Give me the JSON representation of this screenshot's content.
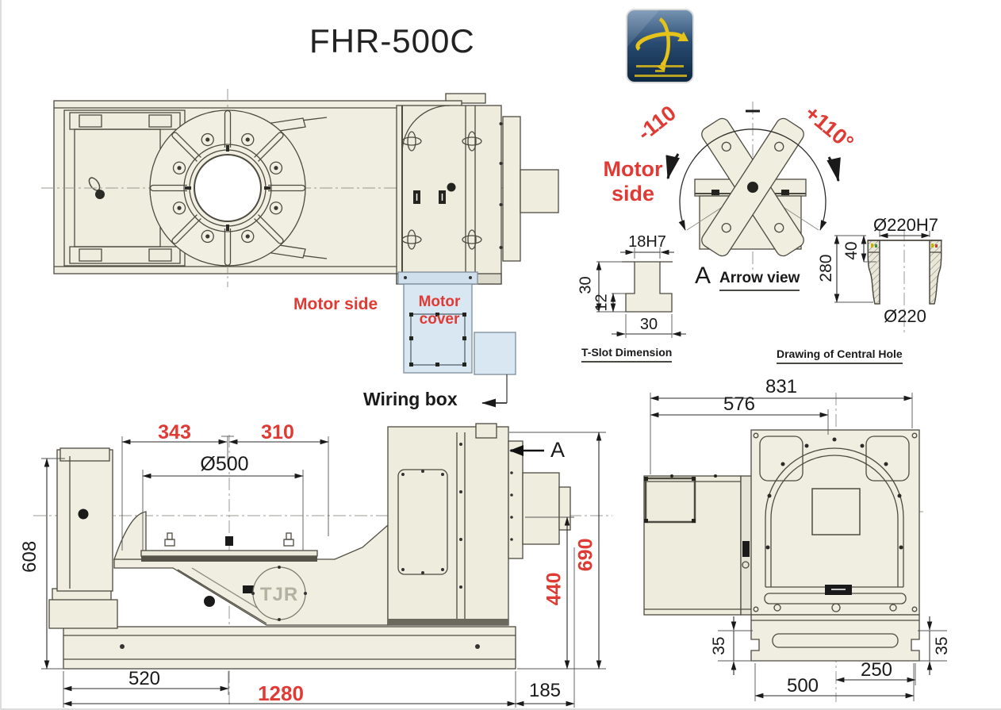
{
  "title": "FHR-500C",
  "colors": {
    "accent_red": "#e03a35",
    "body_cream": "#f0eee0",
    "cover_blue": "#d9e7f2",
    "line": "#4d4a40",
    "badge_blue": "#24466b",
    "badge_gold": "#e6c318"
  },
  "labels": {
    "plan_motor_side": "Motor side",
    "motor_cover": "Motor\ncover",
    "wiring_box": "Wiring box",
    "swing_motor_side": "Motor\nside",
    "swing_ccw": "-110",
    "swing_cw": "+110°",
    "arrow_view_letter": "A",
    "arrow_view": "Arrow view",
    "tslot_title": "T-Slot Dimension",
    "central_hole_title": "Drawing of Central Hole",
    "side_arrow_letter": "A",
    "tjr_logo": "TJR"
  },
  "dims": {
    "tslot_width": "18H7",
    "tslot_height": "30",
    "tslot_lip": "12",
    "tslot_base": "30",
    "hole_top": "Ø220H7",
    "hole_depth": "280",
    "hole_step": "40",
    "hole_bottom": "Ø220",
    "side_343": "343",
    "side_310": "310",
    "side_dia": "Ø500",
    "side_608": "608",
    "side_690": "690",
    "side_440": "440",
    "side_520": "520",
    "side_1280": "1280",
    "side_185": "185",
    "end_831": "831",
    "end_576": "576",
    "end_250": "250",
    "end_500": "500",
    "end_35l": "35",
    "end_35r": "35"
  }
}
